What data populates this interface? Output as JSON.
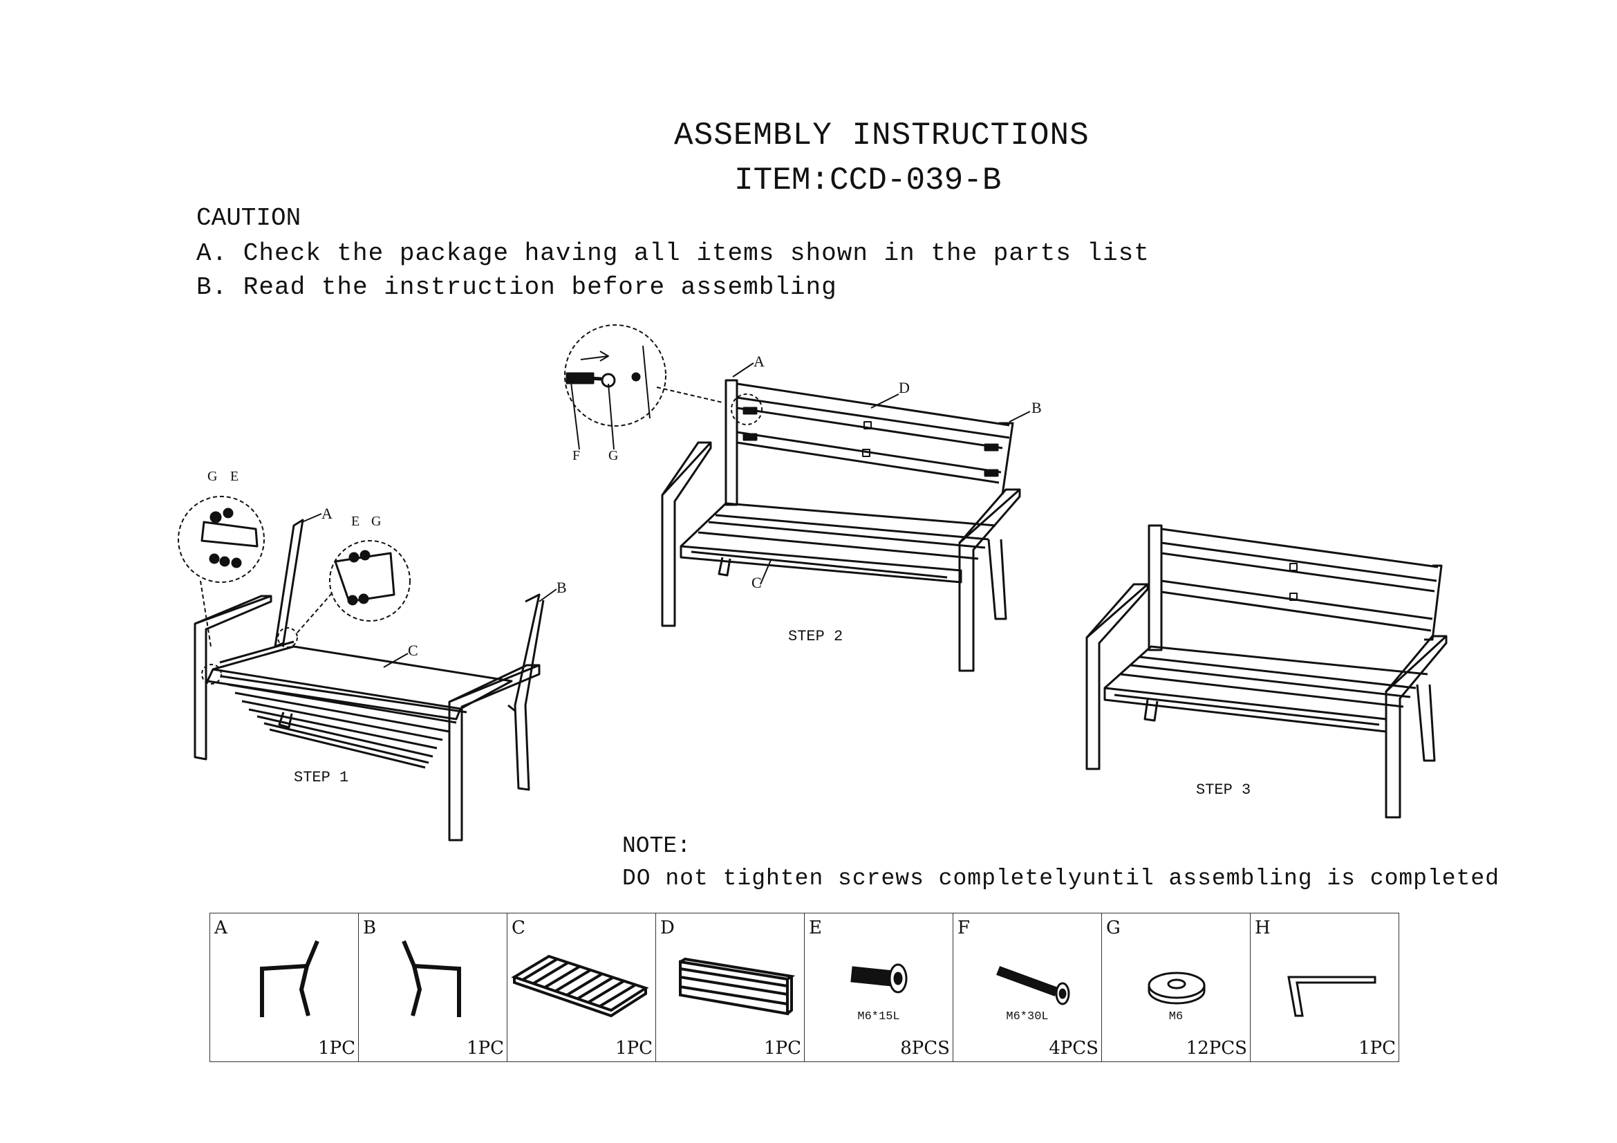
{
  "title": {
    "line1": "ASSEMBLY INSTRUCTIONS",
    "line2": "ITEM:CCD-039-B"
  },
  "caution": {
    "heading": "CAUTION",
    "items": [
      "A. Check the package having all items shown in the parts list",
      "B. Read the instruction before assembling"
    ]
  },
  "steps": [
    "STEP 1",
    "STEP 2",
    "STEP 3"
  ],
  "callouts": {
    "A": "A",
    "B": "B",
    "C": "C",
    "D": "D",
    "E": "E",
    "F": "F",
    "G": "G"
  },
  "note": {
    "heading": "NOTE:",
    "text": "DO not tighten screws completelyuntil assembling is completed"
  },
  "parts": [
    {
      "label": "A",
      "qty": "1PC",
      "size": ""
    },
    {
      "label": "B",
      "qty": "1PC",
      "size": ""
    },
    {
      "label": "C",
      "qty": "1PC",
      "size": ""
    },
    {
      "label": "D",
      "qty": "1PC",
      "size": ""
    },
    {
      "label": "E",
      "qty": "8PCS",
      "size": "M6*15L"
    },
    {
      "label": "F",
      "qty": "4PCS",
      "size": "M6*30L"
    },
    {
      "label": "G",
      "qty": "12PCS",
      "size": "M6"
    },
    {
      "label": "H",
      "qty": "1PC",
      "size": ""
    }
  ]
}
